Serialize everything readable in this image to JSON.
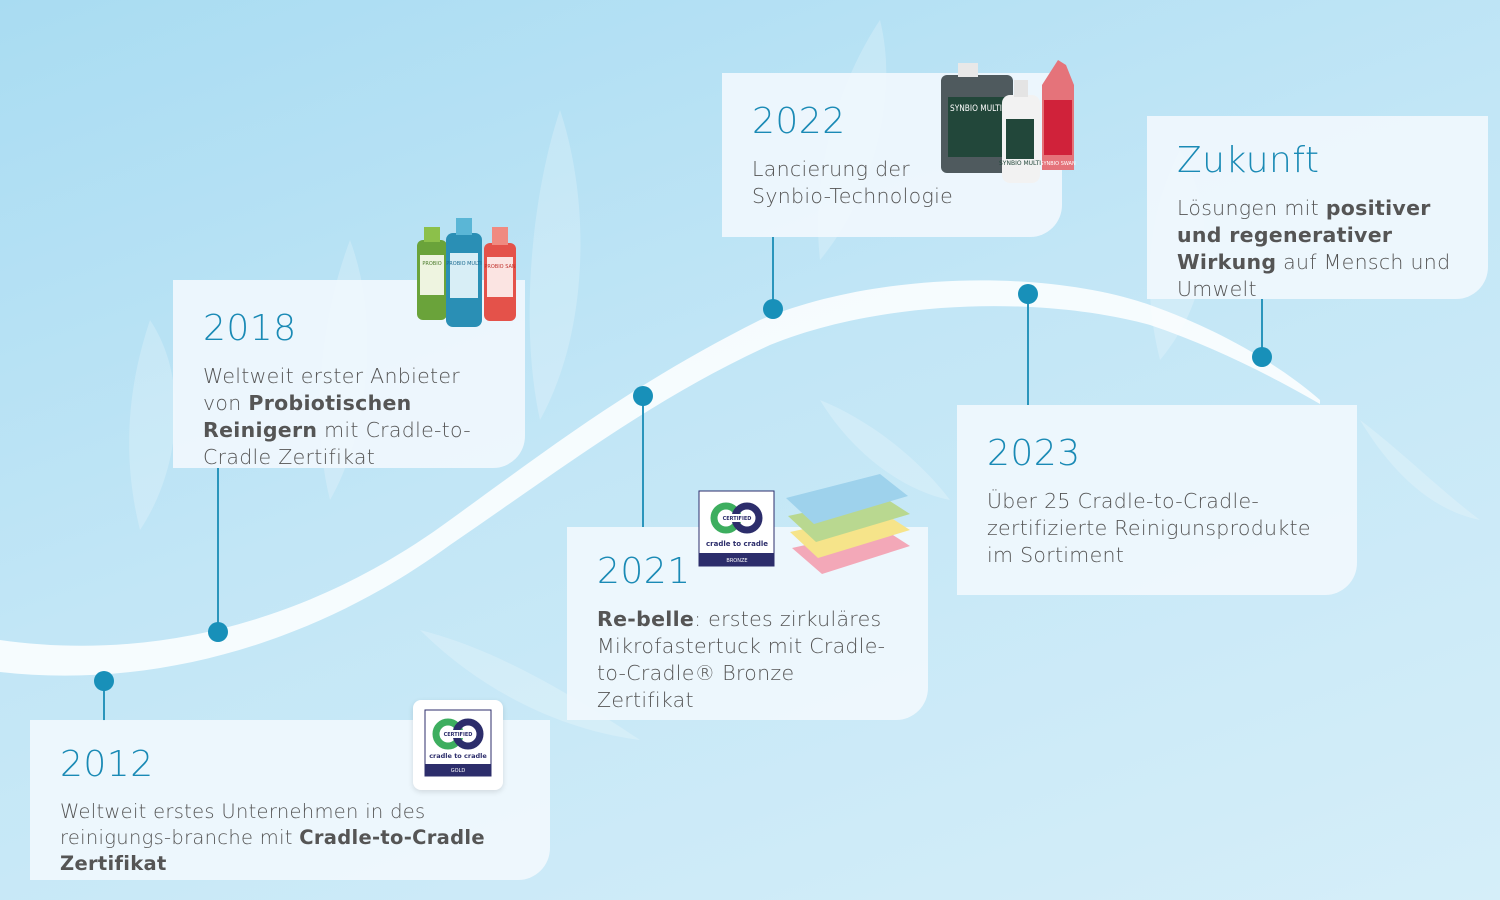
{
  "colors": {
    "accent": "#1890b9",
    "year": "#1a8ab5",
    "text": "#555555"
  },
  "milestones": [
    {
      "year": "2012",
      "text_before": "Weltweit erstes Unternehmen in des reinigungs-branche mit ",
      "bold": "Cradle-to-Cradle Zertifikat",
      "text_after": "",
      "badge": {
        "top": "CERTIFIED",
        "name": "cradle to cradle",
        "level": "GOLD"
      }
    },
    {
      "year": "2018",
      "text_before": "Weltweit erster Anbieter von ",
      "bold": "Probiotischen Reinigern",
      "text_after": " mit Cradle-to-Cradle Zertifikat",
      "products": [
        "PROBIO",
        "PROBIO MULTI",
        "PROBIO SAN"
      ]
    },
    {
      "year": "2021",
      "text_before": "",
      "bold": "Re-belle",
      "text_after": ": erstes zirkuläres Mikrofastertuck mit Cradle-to-Cradle® Bronze Zertifikat",
      "badge": {
        "top": "CERTIFIED",
        "name": "cradle to cradle",
        "level": "BRONZE"
      }
    },
    {
      "year": "2022",
      "text_before": "Lancierung der Synbio-Technologie",
      "bold": "",
      "text_after": "",
      "products": [
        "SYNBIO MULTI",
        "SYNBIO MULTI",
        "SYNBIO SWAN"
      ]
    },
    {
      "year": "2023",
      "text_before": "Über 25 Cradle-to-Cradle-zertifizierte Reinigunsprodukte im Sortiment",
      "bold": "",
      "text_after": ""
    },
    {
      "year": "Zukunft",
      "text_before": "Lösungen mit ",
      "bold": "positiver und regenerativer Wirkung",
      "text_after": " auf Mensch und Umwelt"
    }
  ]
}
